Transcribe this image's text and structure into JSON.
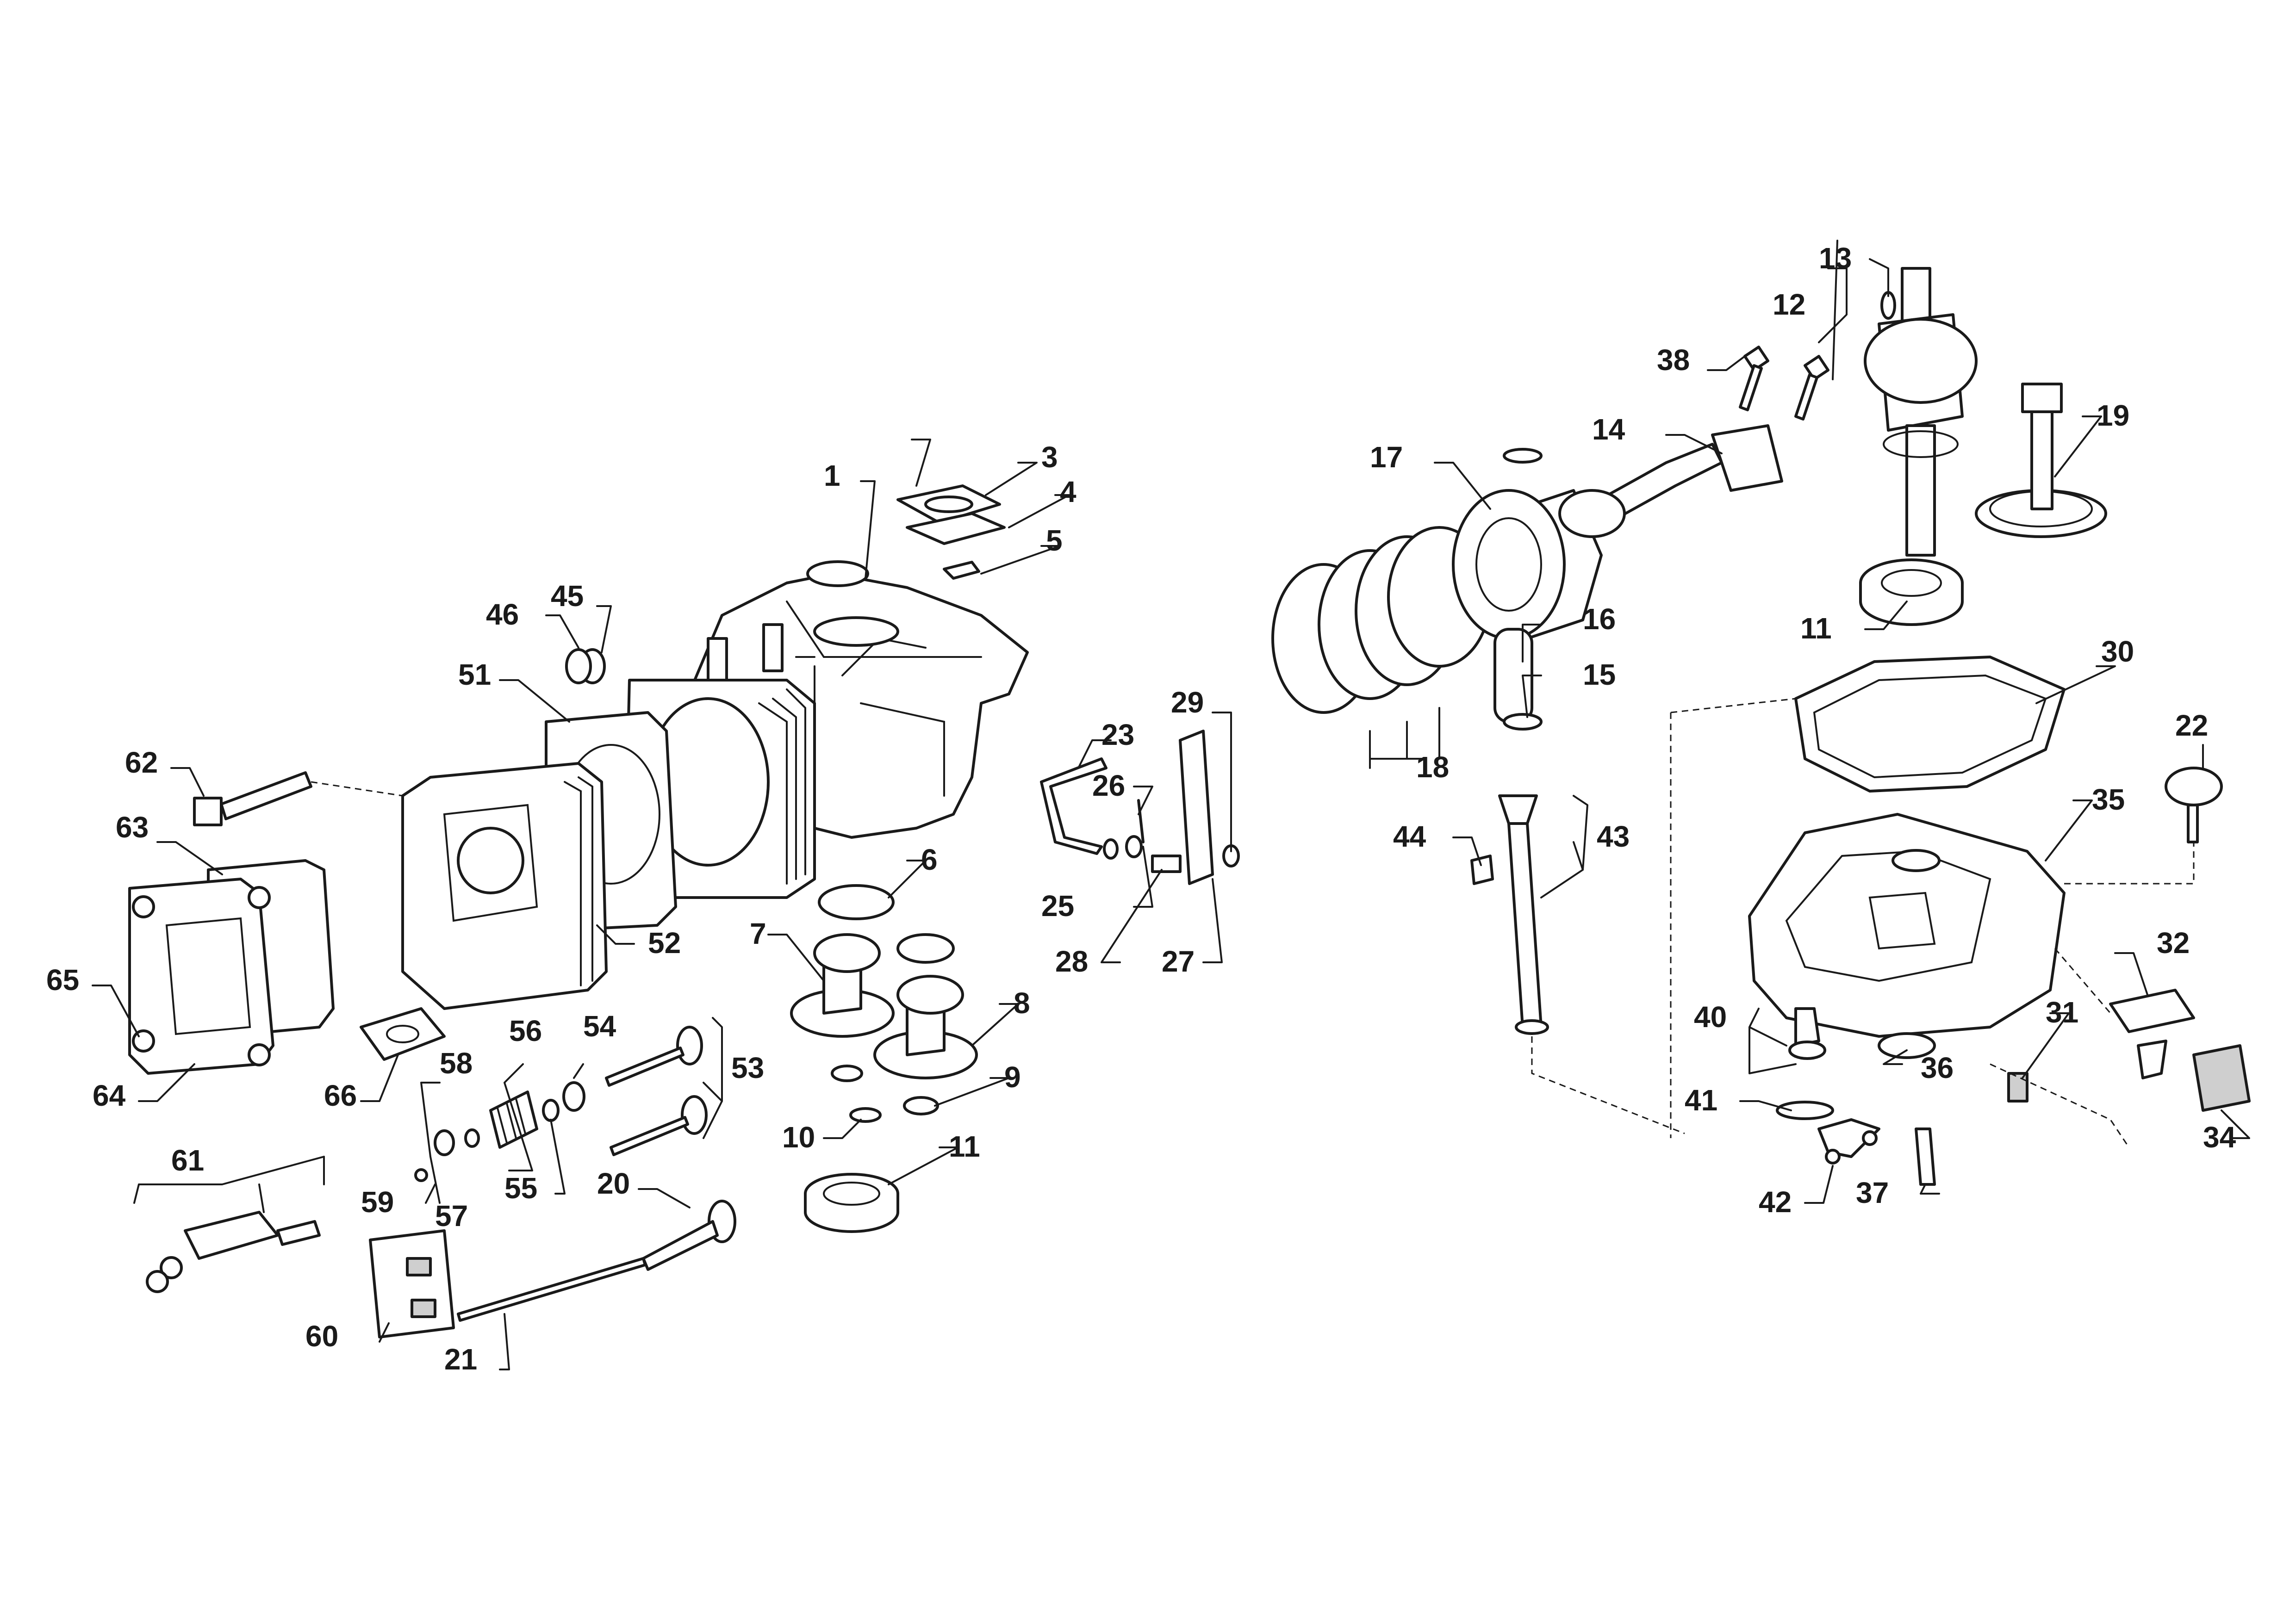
{
  "diagram": {
    "callouts": [
      {
        "id": "c1",
        "label": "1"
      },
      {
        "id": "c3",
        "label": "3"
      },
      {
        "id": "c4",
        "label": "4"
      },
      {
        "id": "c5",
        "label": "5"
      },
      {
        "id": "c6",
        "label": "6"
      },
      {
        "id": "c7",
        "label": "7"
      },
      {
        "id": "c8",
        "label": "8"
      },
      {
        "id": "c9",
        "label": "9"
      },
      {
        "id": "c10",
        "label": "10"
      },
      {
        "id": "c11a",
        "label": "11"
      },
      {
        "id": "c11b",
        "label": "11"
      },
      {
        "id": "c12",
        "label": "12"
      },
      {
        "id": "c13",
        "label": "13"
      },
      {
        "id": "c14",
        "label": "14"
      },
      {
        "id": "c15",
        "label": "15"
      },
      {
        "id": "c16",
        "label": "16"
      },
      {
        "id": "c17",
        "label": "17"
      },
      {
        "id": "c18",
        "label": "18"
      },
      {
        "id": "c19",
        "label": "19"
      },
      {
        "id": "c20",
        "label": "20"
      },
      {
        "id": "c21",
        "label": "21"
      },
      {
        "id": "c22",
        "label": "22"
      },
      {
        "id": "c23",
        "label": "23"
      },
      {
        "id": "c25",
        "label": "25"
      },
      {
        "id": "c26",
        "label": "26"
      },
      {
        "id": "c27",
        "label": "27"
      },
      {
        "id": "c28",
        "label": "28"
      },
      {
        "id": "c29",
        "label": "29"
      },
      {
        "id": "c30",
        "label": "30"
      },
      {
        "id": "c31",
        "label": "31"
      },
      {
        "id": "c32",
        "label": "32"
      },
      {
        "id": "c34",
        "label": "34"
      },
      {
        "id": "c35",
        "label": "35"
      },
      {
        "id": "c36",
        "label": "36"
      },
      {
        "id": "c37",
        "label": "37"
      },
      {
        "id": "c38",
        "label": "38"
      },
      {
        "id": "c40",
        "label": "40"
      },
      {
        "id": "c41",
        "label": "41"
      },
      {
        "id": "c42",
        "label": "42"
      },
      {
        "id": "c43",
        "label": "43"
      },
      {
        "id": "c44",
        "label": "44"
      },
      {
        "id": "c45",
        "label": "45"
      },
      {
        "id": "c46",
        "label": "46"
      },
      {
        "id": "c51",
        "label": "51"
      },
      {
        "id": "c52",
        "label": "52"
      },
      {
        "id": "c53",
        "label": "53"
      },
      {
        "id": "c54",
        "label": "54"
      },
      {
        "id": "c55",
        "label": "55"
      },
      {
        "id": "c56",
        "label": "56"
      },
      {
        "id": "c57",
        "label": "57"
      },
      {
        "id": "c58",
        "label": "58"
      },
      {
        "id": "c59",
        "label": "59"
      },
      {
        "id": "c60",
        "label": "60"
      },
      {
        "id": "c61",
        "label": "61"
      },
      {
        "id": "c62",
        "label": "62"
      },
      {
        "id": "c63",
        "label": "63"
      },
      {
        "id": "c64",
        "label": "64"
      },
      {
        "id": "c65",
        "label": "65"
      },
      {
        "id": "c66",
        "label": "66"
      }
    ]
  }
}
